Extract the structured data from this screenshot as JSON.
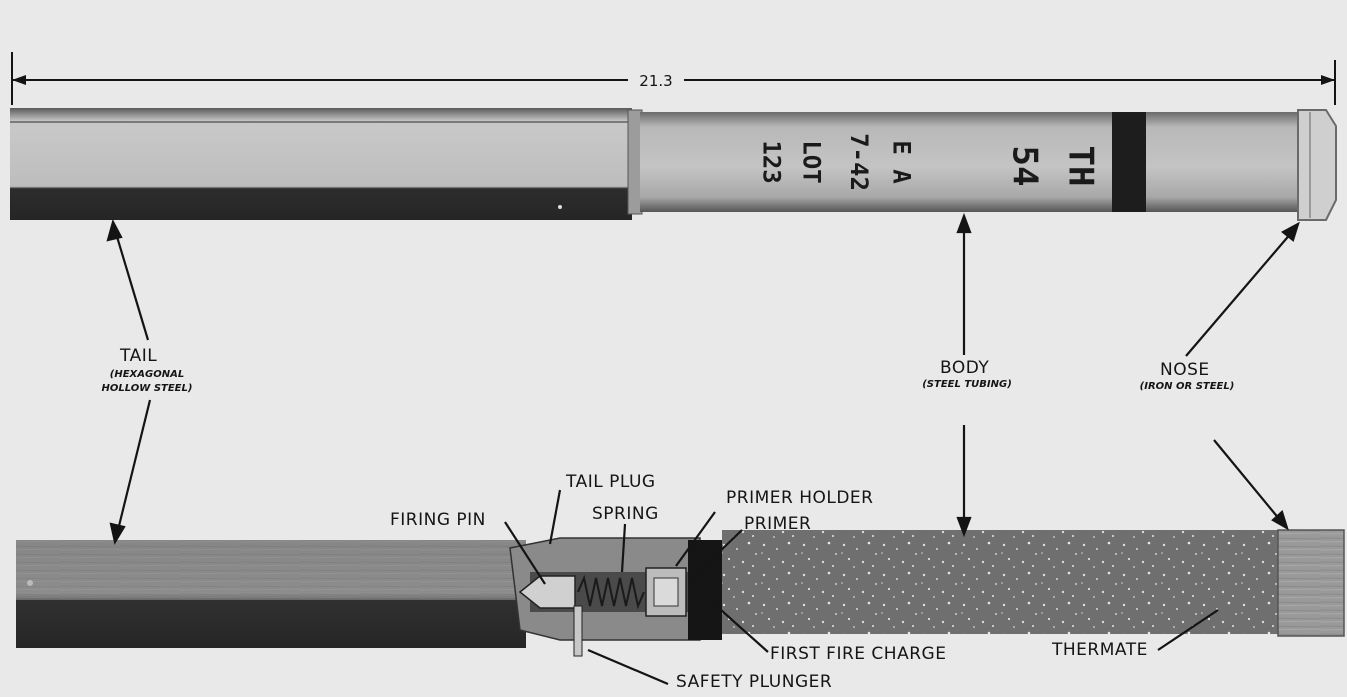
{
  "dimension": {
    "overall_length": "21.3"
  },
  "markings": {
    "line1": "TH",
    "line2": "54",
    "line3": "E A",
    "line4": "7-42",
    "line5": "LOT",
    "line6": "123"
  },
  "labels": {
    "tail": "TAIL",
    "tail_sub_1": "(HEXAGONAL",
    "tail_sub_2": "HOLLOW STEEL)",
    "body": "BODY",
    "body_sub": "(STEEL TUBING)",
    "nose": "NOSE",
    "nose_sub": "(IRON OR STEEL)",
    "tail_plug": "TAIL PLUG",
    "firing_pin": "FIRING PIN",
    "spring": "SPRING",
    "primer_holder": "PRIMER HOLDER",
    "primer": "PRIMER",
    "first_fire_charge": "FIRST FIRE CHARGE",
    "thermate": "THERMATE",
    "safety_plunger": "SAFETY PLUNGER"
  },
  "colors": {
    "background": "#e9e9e9",
    "ink": "#141414",
    "steel_light": "#bdbdbd",
    "steel_dark": "#2a2a2a"
  }
}
